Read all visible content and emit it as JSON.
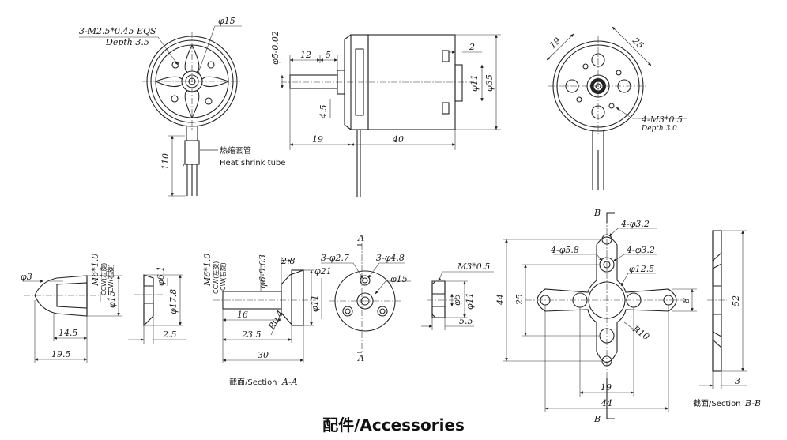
{
  "title": "配件/Accessories",
  "motor_front": {
    "thread_label": "3-M2.5*0.45 EQS",
    "depth_label": "Depth 3.5",
    "dia_label": "φ15",
    "lead_length": "110",
    "heat_shrink_cn": "热缩套管",
    "heat_shrink_en": "Heat shrink tube"
  },
  "motor_side": {
    "shaft_dia": "φ5-0.02",
    "d12": "12",
    "d5": "5",
    "d2": "2",
    "d11": "φ11",
    "d35": "φ35",
    "d45": "4.5",
    "d19": "19",
    "d40": "40"
  },
  "motor_rear": {
    "d19": "19",
    "d25": "25",
    "thread_label": "4-M3*0.5",
    "depth_label": "Depth 3.0"
  },
  "prop_nut": {
    "d3": "φ3",
    "thread": "M6*1.0",
    "ccw": "CCW(左旋)",
    "cw": "CW(右旋)",
    "d15": "φ15",
    "d145": "14.5",
    "d195": "19.5"
  },
  "washer": {
    "d61": "φ6.1",
    "d178": "φ17.8",
    "d25": "2.5"
  },
  "prop_adapter": {
    "thread": "M6*1.0",
    "ccw": "CCW(左旋)",
    "cw": "CW(右旋)",
    "d6": "φ6-0.03",
    "d28": "2.8",
    "d21": "φ21",
    "d11": "φ11",
    "d16": "16",
    "d235": "23.5",
    "d30": "30",
    "r04": "R0.4",
    "section_caption": "截面/Section",
    "section_letters": "A-A"
  },
  "adapter_front": {
    "a_top": "A",
    "a_bottom": "A",
    "holes_small": "3-φ2.7",
    "holes_large": "3-φ4.8",
    "d15": "φ15"
  },
  "collar": {
    "thread": "M3*0.5",
    "d5": "φ5",
    "d11": "φ11",
    "d55": "5.5"
  },
  "cross_mount": {
    "b_top": "B",
    "b_bottom": "B",
    "holes_top": "4-φ3.2",
    "holes_mid": "4-φ5.8",
    "holes_inner": "4-φ3.2",
    "d125": "φ12.5",
    "d44v": "44",
    "d25": "25",
    "d8": "8",
    "r10": "R10",
    "d19": "19",
    "d44h": "44"
  },
  "mount_section": {
    "d52": "52",
    "d3": "3",
    "section_caption": "截面/Section",
    "section_letters": "B-B"
  }
}
